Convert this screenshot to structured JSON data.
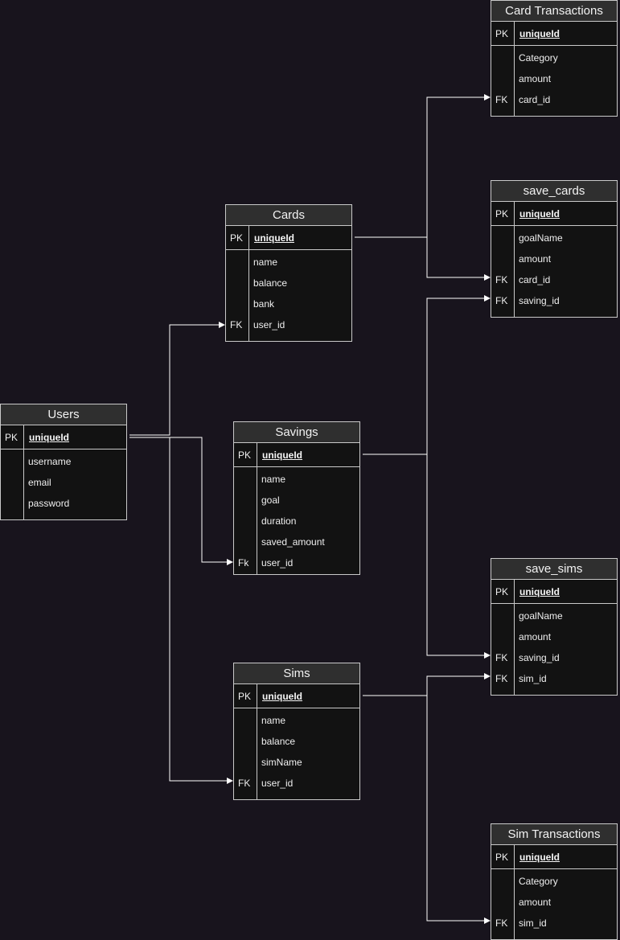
{
  "tables": {
    "card_transactions": {
      "title": "Card Transactions",
      "pk_key": "PK",
      "pk_field": "uniqueId",
      "fields": [
        {
          "key": "",
          "name": "Category"
        },
        {
          "key": "",
          "name": "amount"
        },
        {
          "key": "FK",
          "name": "card_id"
        }
      ]
    },
    "save_cards": {
      "title": "save_cards",
      "pk_key": "PK",
      "pk_field": "uniqueId",
      "fields": [
        {
          "key": "",
          "name": "goalName"
        },
        {
          "key": "",
          "name": "amount"
        },
        {
          "key": "FK",
          "name": "card_id"
        },
        {
          "key": "FK",
          "name": "saving_id"
        }
      ]
    },
    "cards": {
      "title": "Cards",
      "pk_key": "PK",
      "pk_field": "uniqueId",
      "fields": [
        {
          "key": "",
          "name": "name"
        },
        {
          "key": "",
          "name": "balance"
        },
        {
          "key": "",
          "name": "bank"
        },
        {
          "key": "FK",
          "name": "user_id"
        }
      ]
    },
    "users": {
      "title": "Users",
      "pk_key": "PK",
      "pk_field": "uniqueId",
      "fields": [
        {
          "key": "",
          "name": "username"
        },
        {
          "key": "",
          "name": "email"
        },
        {
          "key": "",
          "name": "password"
        }
      ]
    },
    "savings": {
      "title": "Savings",
      "pk_key": "PK",
      "pk_field": "uniqueId",
      "fields": [
        {
          "key": "",
          "name": "name"
        },
        {
          "key": "",
          "name": "goal"
        },
        {
          "key": "",
          "name": "duration"
        },
        {
          "key": "",
          "name": "saved_amount"
        },
        {
          "key": "Fk",
          "name": "user_id"
        }
      ]
    },
    "save_sims": {
      "title": "save_sims",
      "pk_key": "PK",
      "pk_field": "uniqueId",
      "fields": [
        {
          "key": "",
          "name": "goalName"
        },
        {
          "key": "",
          "name": "amount"
        },
        {
          "key": "FK",
          "name": "saving_id"
        },
        {
          "key": "FK",
          "name": "sim_id"
        }
      ]
    },
    "sims": {
      "title": "Sims",
      "pk_key": "PK",
      "pk_field": "uniqueId",
      "fields": [
        {
          "key": "",
          "name": "name"
        },
        {
          "key": "",
          "name": "balance"
        },
        {
          "key": "",
          "name": "simName"
        },
        {
          "key": "FK",
          "name": "user_id"
        }
      ]
    },
    "sim_transactions": {
      "title": "Sim Transactions",
      "pk_key": "PK",
      "pk_field": "uniqueId",
      "fields": [
        {
          "key": "",
          "name": "Category"
        },
        {
          "key": "",
          "name": "amount"
        },
        {
          "key": "FK",
          "name": "sim_id"
        }
      ]
    }
  },
  "colors": {
    "background": "#18141d",
    "table_fill": "#121212",
    "header_fill": "#2f2f2f",
    "border": "#c9c9c9",
    "connector": "#ffffff"
  }
}
